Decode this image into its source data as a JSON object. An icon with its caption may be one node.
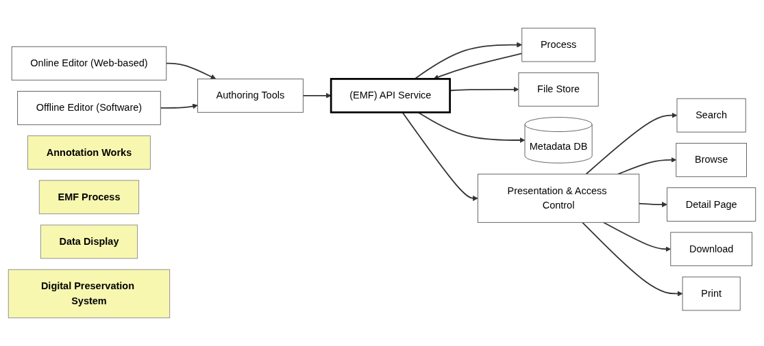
{
  "diagram": {
    "nodes": [
      {
        "text": [
          "Online Editor (Web-based)"
        ]
      },
      {
        "text": [
          "Offline Editor (Software)"
        ]
      },
      {
        "text": [
          "Authoring Tools"
        ]
      },
      {
        "text": [
          "Process"
        ]
      },
      {
        "text": [
          "(EMF) API Service"
        ]
      },
      {
        "text": [
          "File Store"
        ]
      },
      {
        "text": [
          "Metadata DB"
        ]
      },
      {
        "text": [
          "Presentation & Access Control"
        ]
      },
      {
        "text": [
          "Search"
        ]
      },
      {
        "text": [
          "Browse"
        ]
      },
      {
        "text": [
          "Detail Page"
        ]
      },
      {
        "text": [
          "Download"
        ]
      },
      {
        "text": [
          "Print"
        ]
      },
      {
        "text": [
          "Annotation Works"
        ]
      },
      {
        "text": [
          "EMF Process"
        ]
      },
      {
        "text": [
          "Data Display"
        ]
      },
      {
        "text": [
          "Digital Preservation System"
        ]
      }
    ],
    "edges": [
      {
        "from": 0,
        "to": 2,
        "arrow": "to"
      },
      {
        "from": 1,
        "to": 2,
        "arrow": "to"
      },
      {
        "from": 2,
        "to": 4,
        "arrow": "to"
      },
      {
        "from": 4,
        "to": 3,
        "arrow": "to"
      },
      {
        "from": 3,
        "to": 4,
        "arrow": "to"
      },
      {
        "from": 4,
        "to": 5,
        "arrow": "to"
      },
      {
        "from": 4,
        "to": 6,
        "arrow": "to"
      },
      {
        "from": 4,
        "to": 7,
        "arrow": "to"
      },
      {
        "from": 7,
        "to": 8,
        "arrow": "to"
      },
      {
        "from": 7,
        "to": 9,
        "arrow": "to"
      },
      {
        "from": 7,
        "to": 10,
        "arrow": "to"
      },
      {
        "from": 7,
        "to": 11,
        "arrow": "to"
      },
      {
        "from": 7,
        "to": 12,
        "arrow": "to"
      }
    ]
  }
}
